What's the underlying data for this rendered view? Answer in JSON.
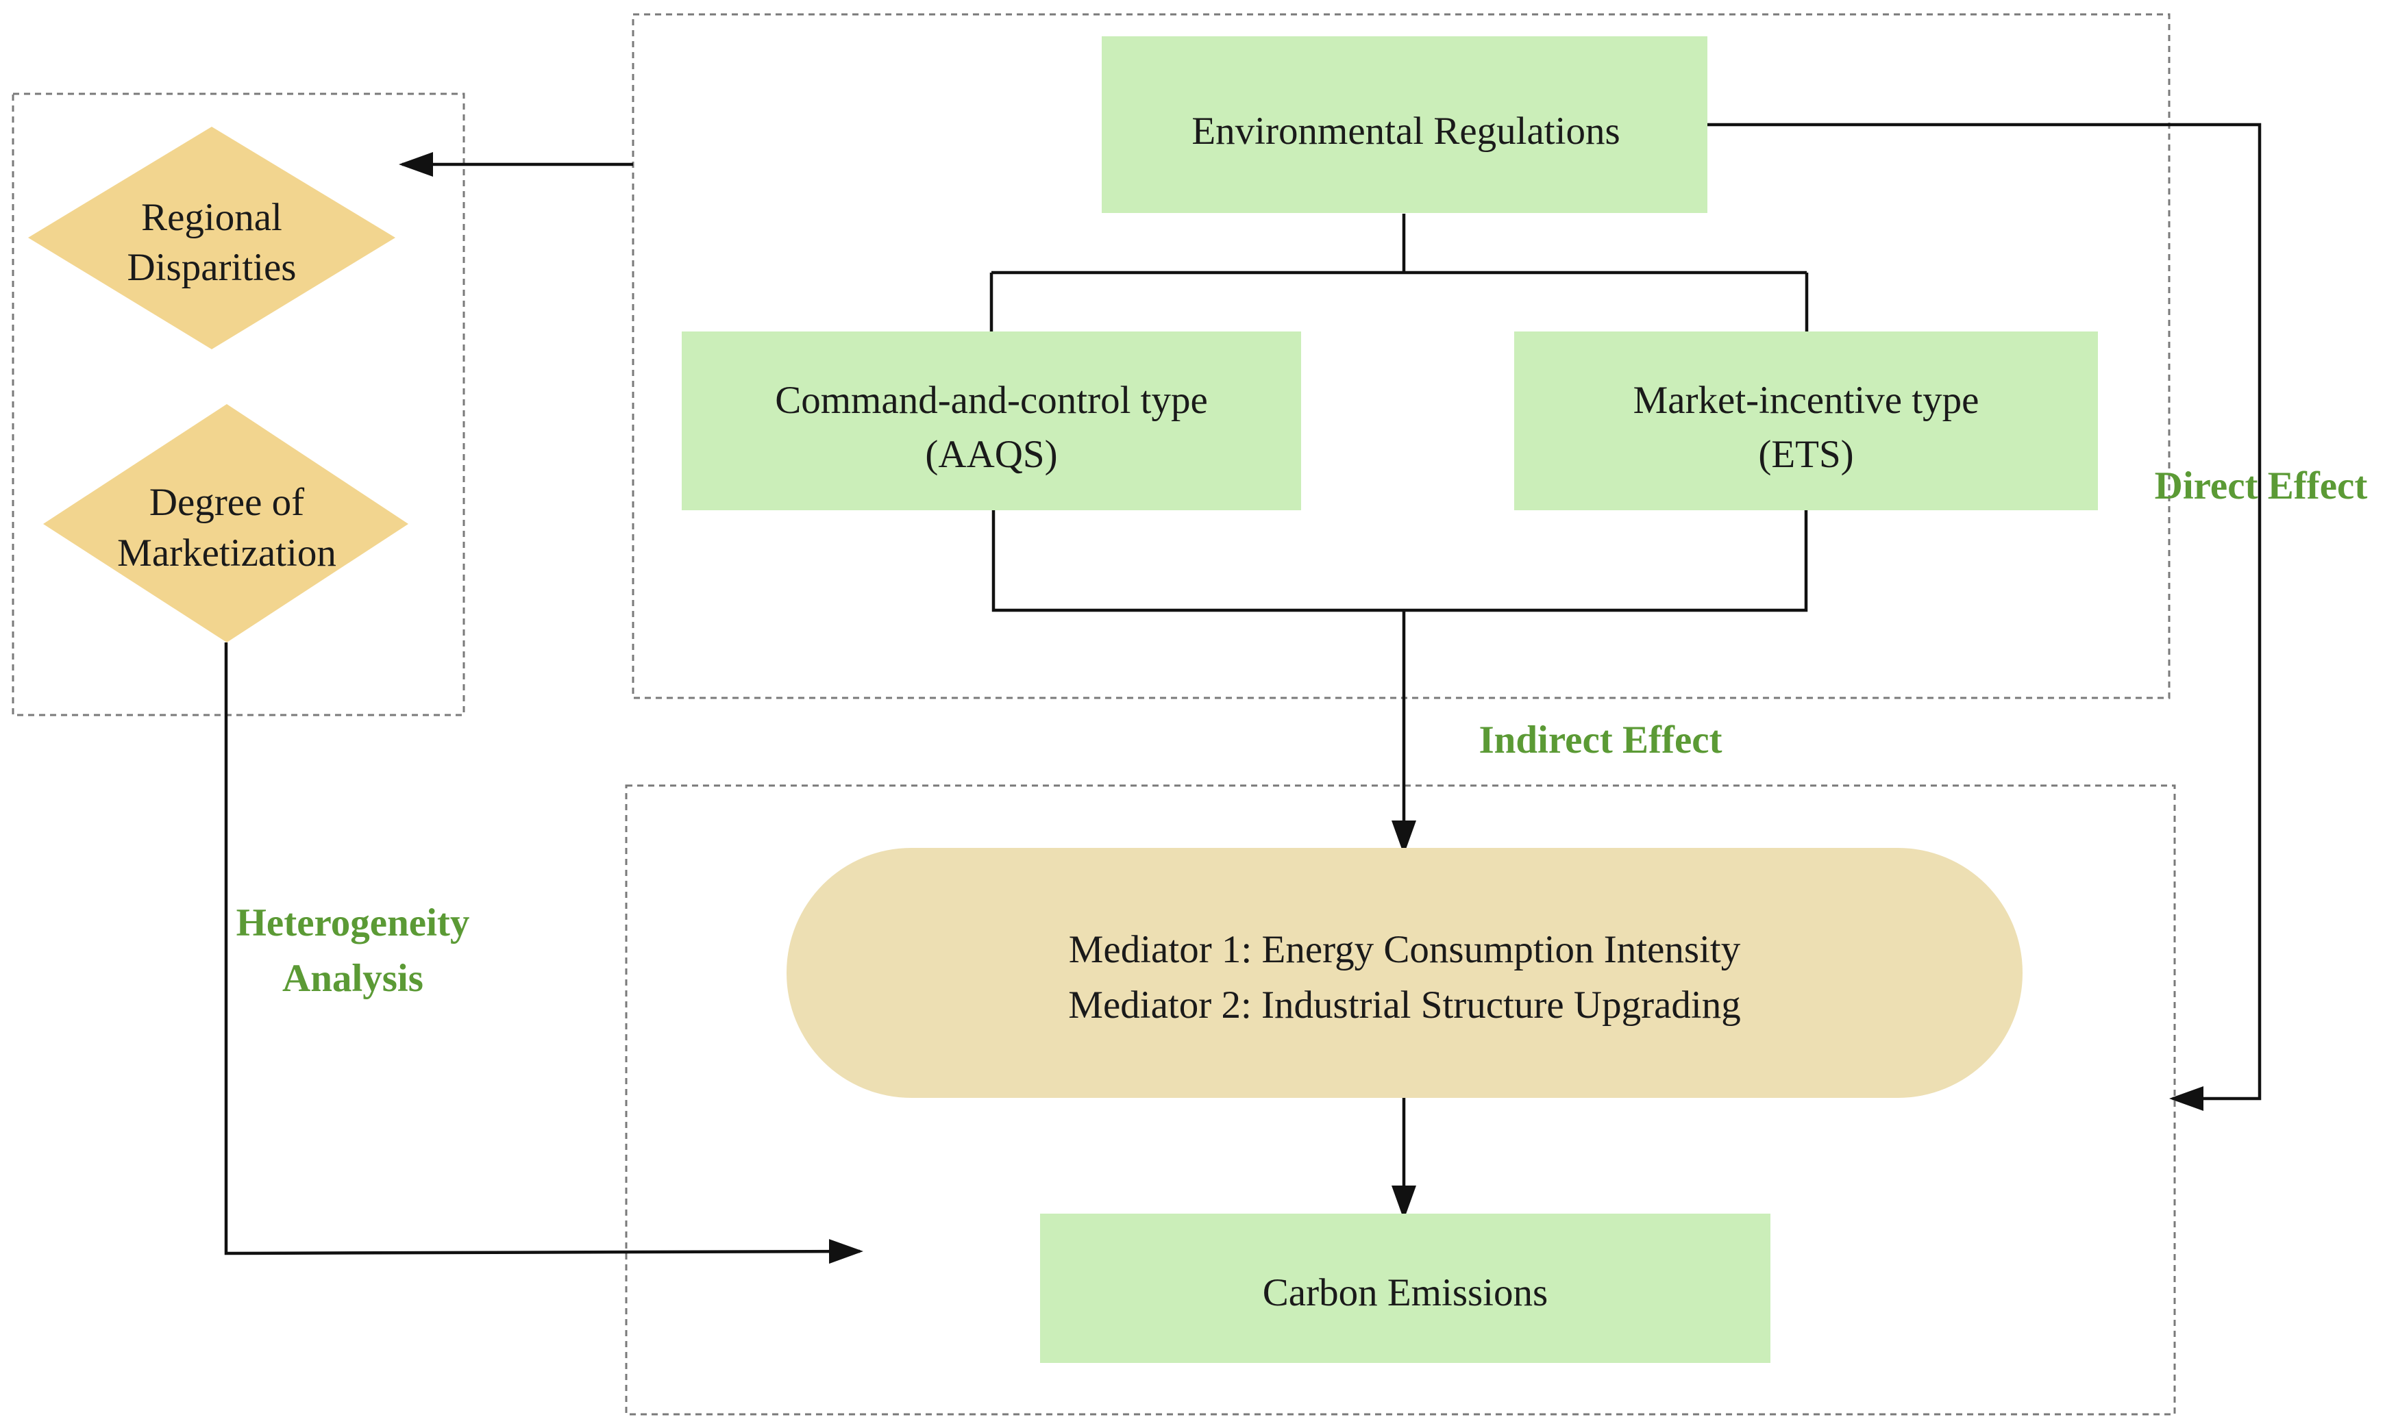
{
  "colors": {
    "box_green": "#cbeeb9",
    "mediator_fill": "#eddfb3",
    "diamond_fill": "#f2d58f",
    "effect_label_green": "#5b9a35",
    "line": "#111111"
  },
  "nodes": {
    "environmental_regulations": "Environmental Regulations",
    "command_control": {
      "line1": "Command-and-control type",
      "line2": "(AAQS)"
    },
    "market_incentive": {
      "line1": "Market-incentive type",
      "line2": "(ETS)"
    },
    "regional_disparities": {
      "line1": "Regional",
      "line2": "Disparities"
    },
    "marketization": {
      "line1": "Degree of",
      "line2": "Marketization"
    },
    "mediators": {
      "line1": "Mediator 1: Energy Consumption Intensity",
      "line2": "Mediator 2: Industrial Structure Upgrading"
    },
    "carbon_emissions": "Carbon Emissions"
  },
  "effects": {
    "direct": "Direct Effect",
    "indirect": "Indirect Effect",
    "heterogeneity": {
      "line1": "Heterogeneity",
      "line2": "Analysis"
    }
  }
}
